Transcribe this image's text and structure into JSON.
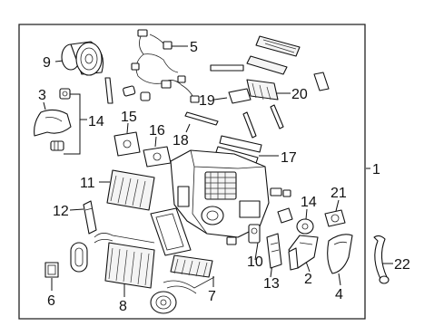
{
  "callouts": {
    "c1": "1",
    "c2": "2",
    "c3": "3",
    "c4": "4",
    "c5": "5",
    "c6": "6",
    "c7": "7",
    "c8": "8",
    "c9": "9",
    "c10": "10",
    "c11": "11",
    "c12": "12",
    "c13": "13",
    "c14a": "14",
    "c14b": "14",
    "c15": "15",
    "c16": "16",
    "c17": "17",
    "c18": "18",
    "c19": "19",
    "c20": "20",
    "c21": "21",
    "c22": "22"
  }
}
